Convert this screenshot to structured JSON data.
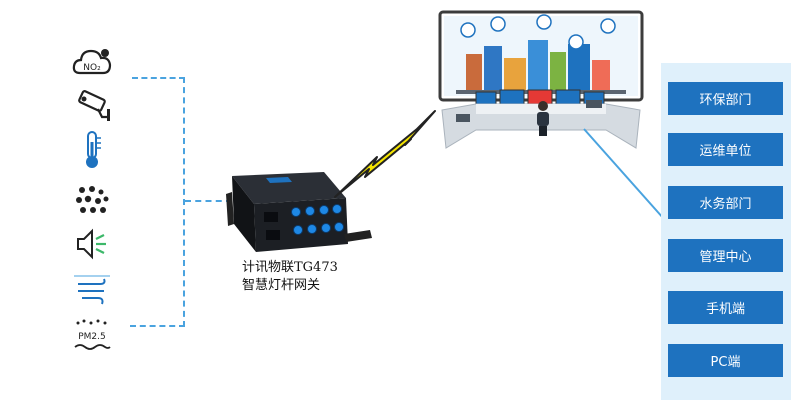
{
  "colors": {
    "accent_blue": "#1e72bf",
    "panel_bg": "#dff0fb",
    "dash_line": "#4aa3df",
    "lightning": "#f4e400"
  },
  "sensors": [
    {
      "name": "cloud-no2-icon",
      "label": "NO₂"
    },
    {
      "name": "cctv-camera-icon"
    },
    {
      "name": "thermometer-icon"
    },
    {
      "name": "particulate-dots-icon"
    },
    {
      "name": "speaker-noise-icon"
    },
    {
      "name": "wind-icon"
    },
    {
      "name": "pm25-dust-icon",
      "label": "PM2.5"
    }
  ],
  "gateway": {
    "line1": "计讯物联TG473",
    "line2": "智慧灯杆网关"
  },
  "departments": [
    {
      "label": "环保部门"
    },
    {
      "label": "运维单位"
    },
    {
      "label": "水务部门"
    },
    {
      "label": "管理中心"
    },
    {
      "label": "手机端"
    },
    {
      "label": "PC端"
    }
  ]
}
